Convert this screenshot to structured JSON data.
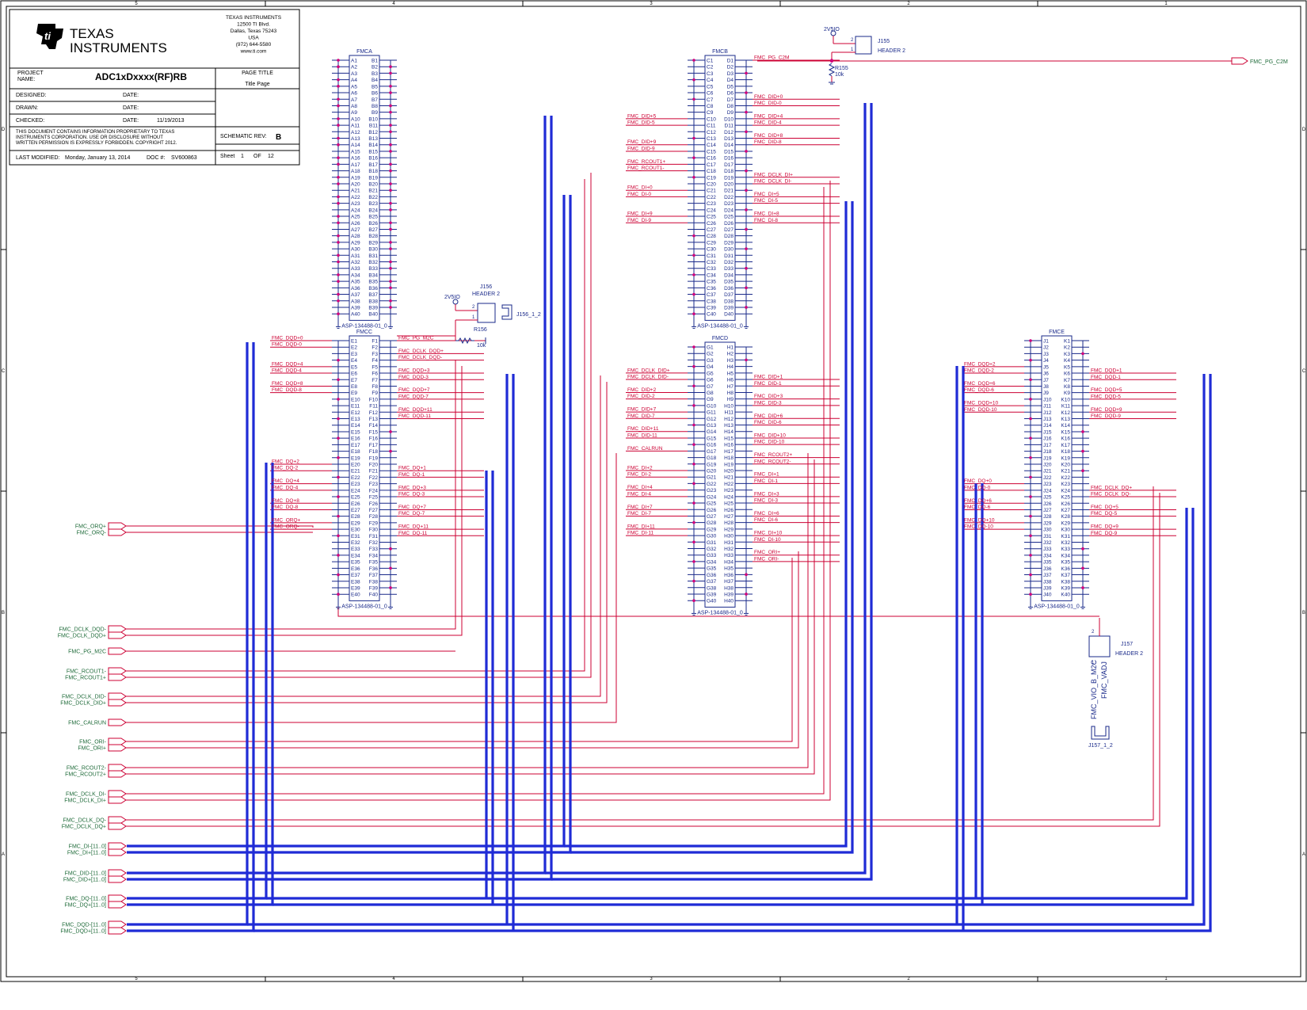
{
  "colors": {
    "frame": "#000000",
    "net_red": "#cc0033",
    "part_blue": "#1a2a8a",
    "bus_blue": "#1f2bd6",
    "pin_magenta": "#d0007a",
    "label_green": "#1f6b3a"
  },
  "border": {
    "top_zones": [
      "5",
      "4",
      "3",
      "2",
      "1"
    ],
    "bottom_zones": [
      "5",
      "4",
      "3",
      "2",
      "1"
    ],
    "left_zones": [
      "D",
      "C",
      "B",
      "A"
    ]
  },
  "title_block": {
    "logo_line1": "TEXAS",
    "logo_line2": "INSTRUMENTS",
    "address": [
      "TEXAS INSTRUMENTS",
      "12500 TI Blvd.",
      "Dallas, Texas 75243",
      "USA",
      "(972) 644-5580",
      "www.ti.com"
    ],
    "project_label": "PROJECT NAME:",
    "project_name": "ADC1xDxxxx(RF)RB",
    "page_title_label": "PAGE TITLE",
    "page_title": "Title Page",
    "designed_label": "DESIGNED:",
    "drawn_label": "DRAWN:",
    "checked_label": "CHECKED:",
    "date_label": "DATE:",
    "checked_date": "11/19/2013",
    "schematic_rev_label": "SCHEMATIC REV:",
    "schematic_rev": "B",
    "notice": [
      "THIS DOCUMENT CONTAINS INFORMATION PROPRIETARY TO TEXAS",
      "INSTRUMENTS CORPORATION. USE OR DISCLOSURE WITHOUT",
      "WRITTEN PERMISSION IS EXPRESSLY FORBIDDEN. COPYRIGHT 2012."
    ],
    "sheet_label": "Sheet",
    "sheet_num": "1",
    "of_label": "OF",
    "sheet_total": "12",
    "last_modified_label": "LAST MODIFIED:",
    "last_modified": "Monday, January 13, 2014",
    "doc_label": "DOC #:",
    "doc_number": "SV600863"
  },
  "connectors": [
    {
      "name": "FMCA",
      "left_prefix": "A",
      "right_prefix": "B",
      "part": "ASP-134488-01_0"
    },
    {
      "name": "FMCB",
      "left_prefix": "C",
      "right_prefix": "D",
      "part": "ASP-134488-01_0"
    },
    {
      "name": "FMCC",
      "left_prefix": "E",
      "right_prefix": "F",
      "part": "ASP-134488-01_0"
    },
    {
      "name": "FMCD",
      "left_prefix": "G",
      "right_prefix": "H",
      "part": "ASP-134488-01_0"
    },
    {
      "name": "FMCE",
      "left_prefix": "J",
      "right_prefix": "K",
      "part": "ASP-134488-01_0"
    }
  ],
  "parts": {
    "j155": {
      "ref": "J155",
      "value": "HEADER 2",
      "pin1": "1",
      "pin2": "2",
      "supply": "2V5IO"
    },
    "r155": {
      "ref": "R155",
      "value": "10k"
    },
    "j156": {
      "ref": "J156",
      "value": "HEADER 2",
      "pin1": "1",
      "pin2": "2",
      "supply": "2V5IO",
      "jumper": "J156_1_2"
    },
    "r156": {
      "ref": "R156",
      "value": "10k"
    },
    "j157": {
      "ref": "J157",
      "value": "HEADER 2",
      "pin1": "1",
      "pin2": "2",
      "jumper": "J157_1_2",
      "net1": "FMC_VIO_B_M2C",
      "net2": "FMC_VADJ"
    }
  },
  "fmc_pg_c2m": "FMC_PG_C2M",
  "pin_nets": {
    "fmcb_left": [
      {
        "row": 9,
        "label": "FMC_DID+5"
      },
      {
        "row": 10,
        "label": "FMC_DID-5"
      },
      {
        "row": 13,
        "label": "FMC_DID+9"
      },
      {
        "row": 14,
        "label": "FMC_DID-9"
      },
      {
        "row": 16,
        "label": "FMC_RCOUT1+"
      },
      {
        "row": 17,
        "label": "FMC_RCOUT1-"
      },
      {
        "row": 20,
        "label": "FMC_DI+0"
      },
      {
        "row": 21,
        "label": "FMC_DI-0"
      },
      {
        "row": 24,
        "label": "FMC_DI+9"
      },
      {
        "row": 25,
        "label": "FMC_DI-9"
      }
    ],
    "fmcb_right": [
      {
        "row": 0,
        "label": "FMC_PG_C2M"
      },
      {
        "row": 6,
        "label": "FMC_DID+0"
      },
      {
        "row": 7,
        "label": "FMC_DID-0"
      },
      {
        "row": 9,
        "label": "FMC_DID+4"
      },
      {
        "row": 10,
        "label": "FMC_DID-4"
      },
      {
        "row": 12,
        "label": "FMC_DID+8"
      },
      {
        "row": 13,
        "label": "FMC_DID-8"
      },
      {
        "row": 18,
        "label": "FMC_DCLK_DI+"
      },
      {
        "row": 19,
        "label": "FMC_DCLK_DI-"
      },
      {
        "row": 21,
        "label": "FMC_DI+5"
      },
      {
        "row": 22,
        "label": "FMC_DI-5"
      },
      {
        "row": 24,
        "label": "FMC_DI+8"
      },
      {
        "row": 25,
        "label": "FMC_DI-8"
      }
    ],
    "fmcc_left": [
      {
        "row": 0,
        "label": "FMC_DQD+0"
      },
      {
        "row": 1,
        "label": "FMC_DQD-0"
      },
      {
        "row": 4,
        "label": "FMC_DQD+4"
      },
      {
        "row": 5,
        "label": "FMC_DQD-4"
      },
      {
        "row": 7,
        "label": "FMC_DQD+8"
      },
      {
        "row": 8,
        "label": "FMC_DQD-8"
      },
      {
        "row": 19,
        "label": "FMC_DQ+2"
      },
      {
        "row": 20,
        "label": "FMC_DQ-2"
      },
      {
        "row": 22,
        "label": "FMC_DQ+4"
      },
      {
        "row": 23,
        "label": "FMC_DQ-4"
      },
      {
        "row": 25,
        "label": "FMC_DQ+8"
      },
      {
        "row": 26,
        "label": "FMC_DQ-8"
      },
      {
        "row": 28,
        "label": "FMC_ORQ+"
      },
      {
        "row": 29,
        "label": "FMC_ORQ-"
      }
    ],
    "fmcc_right": [
      {
        "row": 0,
        "label": "FMC_PG_M2C"
      },
      {
        "row": 2,
        "label": "FMC_DCLK_DQD+"
      },
      {
        "row": 3,
        "label": "FMC_DCLK_DQD-"
      },
      {
        "row": 5,
        "label": "FMC_DQD+3"
      },
      {
        "row": 6,
        "label": "FMC_DQD-3"
      },
      {
        "row": 8,
        "label": "FMC_DQD+7"
      },
      {
        "row": 9,
        "label": "FMC_DQD-7"
      },
      {
        "row": 11,
        "label": "FMC_DQD+11"
      },
      {
        "row": 12,
        "label": "FMC_DQD-11"
      },
      {
        "row": 20,
        "label": "FMC_DQ+1"
      },
      {
        "row": 21,
        "label": "FMC_DQ-1"
      },
      {
        "row": 23,
        "label": "FMC_DQ+3"
      },
      {
        "row": 24,
        "label": "FMC_DQ-3"
      },
      {
        "row": 26,
        "label": "FMC_DQ+7"
      },
      {
        "row": 27,
        "label": "FMC_DQ-7"
      },
      {
        "row": 29,
        "label": "FMC_DQ+11"
      },
      {
        "row": 30,
        "label": "FMC_DQ-11"
      }
    ],
    "fmcd_left": [
      {
        "row": 4,
        "label": "FMC_DCLK_DID+"
      },
      {
        "row": 5,
        "label": "FMC_DCLK_DID-"
      },
      {
        "row": 7,
        "label": "FMC_DID+2"
      },
      {
        "row": 8,
        "label": "FMC_DID-2"
      },
      {
        "row": 10,
        "label": "FMC_DID+7"
      },
      {
        "row": 11,
        "label": "FMC_DID-7"
      },
      {
        "row": 13,
        "label": "FMC_DID+11"
      },
      {
        "row": 14,
        "label": "FMC_DID-11"
      },
      {
        "row": 16,
        "label": "FMC_CALRUN"
      },
      {
        "row": 19,
        "label": "FMC_DI+2"
      },
      {
        "row": 20,
        "label": "FMC_DI-2"
      },
      {
        "row": 22,
        "label": "FMC_DI+4"
      },
      {
        "row": 23,
        "label": "FMC_DI-4"
      },
      {
        "row": 25,
        "label": "FMC_DI+7"
      },
      {
        "row": 26,
        "label": "FMC_DI-7"
      },
      {
        "row": 28,
        "label": "FMC_DI+11"
      },
      {
        "row": 29,
        "label": "FMC_DI-11"
      }
    ],
    "fmcd_right": [
      {
        "row": 5,
        "label": "FMC_DID+1"
      },
      {
        "row": 6,
        "label": "FMC_DID-1"
      },
      {
        "row": 8,
        "label": "FMC_DID+3"
      },
      {
        "row": 9,
        "label": "FMC_DID-3"
      },
      {
        "row": 11,
        "label": "FMC_DID+6"
      },
      {
        "row": 12,
        "label": "FMC_DID-6"
      },
      {
        "row": 14,
        "label": "FMC_DID+10"
      },
      {
        "row": 15,
        "label": "FMC_DID-10"
      },
      {
        "row": 17,
        "label": "FMC_RCOUT2+"
      },
      {
        "row": 18,
        "label": "FMC_RCOUT2-"
      },
      {
        "row": 20,
        "label": "FMC_DI+1"
      },
      {
        "row": 21,
        "label": "FMC_DI-1"
      },
      {
        "row": 23,
        "label": "FMC_DI+3"
      },
      {
        "row": 24,
        "label": "FMC_DI-3"
      },
      {
        "row": 26,
        "label": "FMC_DI+6"
      },
      {
        "row": 27,
        "label": "FMC_DI-6"
      },
      {
        "row": 29,
        "label": "FMC_DI+10"
      },
      {
        "row": 30,
        "label": "FMC_DI-10"
      },
      {
        "row": 32,
        "label": "FMC_ORI+"
      },
      {
        "row": 33,
        "label": "FMC_ORI-"
      }
    ],
    "fmce_left": [
      {
        "row": 4,
        "label": "FMC_DQD+2"
      },
      {
        "row": 5,
        "label": "FMC_DQD-2"
      },
      {
        "row": 7,
        "label": "FMC_DQD+6"
      },
      {
        "row": 8,
        "label": "FMC_DQD-6"
      },
      {
        "row": 10,
        "label": "FMC_DQD+10"
      },
      {
        "row": 11,
        "label": "FMC_DQD-10"
      },
      {
        "row": 22,
        "label": "FMC_DQ+0"
      },
      {
        "row": 23,
        "label": "FMC_DQ-0"
      },
      {
        "row": 25,
        "label": "FMC_DQ+6"
      },
      {
        "row": 26,
        "label": "FMC_DQ-6"
      },
      {
        "row": 28,
        "label": "FMC_DQ+10"
      },
      {
        "row": 29,
        "label": "FMC_DQ-10"
      }
    ],
    "fmce_right": [
      {
        "row": 5,
        "label": "FMC_DQD+1"
      },
      {
        "row": 6,
        "label": "FMC_DQD-1"
      },
      {
        "row": 8,
        "label": "FMC_DQD+5"
      },
      {
        "row": 9,
        "label": "FMC_DQD-5"
      },
      {
        "row": 11,
        "label": "FMC_DQD+9"
      },
      {
        "row": 12,
        "label": "FMC_DQD-9"
      },
      {
        "row": 23,
        "label": "FMC_DCLK_DQ+"
      },
      {
        "row": 24,
        "label": "FMC_DCLK_DQ-"
      },
      {
        "row": 26,
        "label": "FMC_DQ+5"
      },
      {
        "row": 27,
        "label": "FMC_DQ-5"
      },
      {
        "row": 29,
        "label": "FMC_DQ+9"
      },
      {
        "row": 30,
        "label": "FMC_DQ-9"
      }
    ]
  },
  "ports": [
    {
      "label": "FMC_ORQ+"
    },
    {
      "label": "FMC_ORQ-"
    },
    {
      "label": "FMC_DCLK_DQD-"
    },
    {
      "label": "FMC_DCLK_DQD+"
    },
    {
      "label": "FMC_PG_M2C"
    },
    {
      "label": "FMC_RCOUT1-"
    },
    {
      "label": "FMC_RCOUT1+"
    },
    {
      "label": "FMC_DCLK_DID-"
    },
    {
      "label": "FMC_DCLK_DID+"
    },
    {
      "label": "FMC_CALRUN"
    },
    {
      "label": "FMC_ORI-"
    },
    {
      "label": "FMC_ORI+"
    },
    {
      "label": "FMC_RCOUT2-"
    },
    {
      "label": "FMC_RCOUT2+"
    },
    {
      "label": "FMC_DCLK_DI-"
    },
    {
      "label": "FMC_DCLK_DI+"
    },
    {
      "label": "FMC_DCLK_DQ-"
    },
    {
      "label": "FMC_DCLK_DQ+"
    },
    {
      "label": "FMC_DI-[11..0]"
    },
    {
      "label": "FMC_DI+[11..0]"
    },
    {
      "label": "FMC_DID-[11..0]"
    },
    {
      "label": "FMC_DID+[11..0]"
    },
    {
      "label": "FMC_DQ-[11..0]"
    },
    {
      "label": "FMC_DQ+[11..0]"
    },
    {
      "label": "FMC_DQD-[11..0]"
    },
    {
      "label": "FMC_DQD+[11..0]"
    }
  ],
  "right_port": "FMC_PG_C2M"
}
